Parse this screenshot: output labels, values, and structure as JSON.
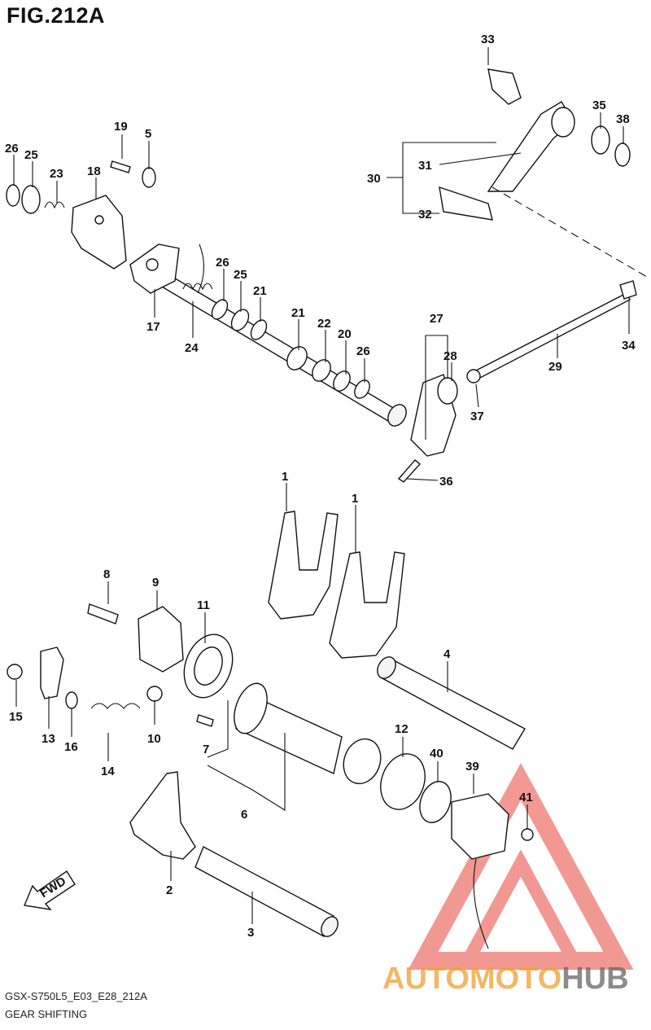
{
  "figure": {
    "title": "FIG.212A",
    "model_code": "GSX-S750L5_E03_E28_212A",
    "name": "GEAR SHIFTING",
    "direction_arrow": "FWD"
  },
  "callouts": [
    "1",
    "1",
    "2",
    "3",
    "4",
    "5",
    "6",
    "7",
    "8",
    "9",
    "10",
    "11",
    "12",
    "13",
    "14",
    "15",
    "16",
    "17",
    "18",
    "19",
    "20",
    "21",
    "21",
    "22",
    "23",
    "24",
    "25",
    "25",
    "26",
    "26",
    "26",
    "27",
    "28",
    "29",
    "30",
    "31",
    "32",
    "33",
    "34",
    "35",
    "36",
    "37",
    "38",
    "39",
    "40",
    "41"
  ],
  "watermark": {
    "part1": "AUTOMOTO",
    "part2": "HUB",
    "color_red": "#e8453c",
    "color_gold": "#f0a030",
    "color_gray": "#666666"
  }
}
